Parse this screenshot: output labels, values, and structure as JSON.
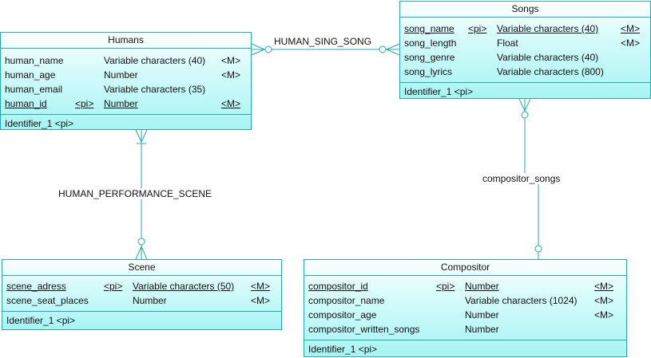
{
  "entities": {
    "humans": {
      "title": "Humans",
      "attributes": [
        {
          "name": "human_name",
          "pi": "",
          "type": "Variable characters (40)",
          "mandatory": "<M>",
          "underline": false
        },
        {
          "name": "human_age",
          "pi": "",
          "type": "Number",
          "mandatory": "<M>",
          "underline": false
        },
        {
          "name": "human_email",
          "pi": "",
          "type": "Variable characters (35)",
          "mandatory": "",
          "underline": false
        },
        {
          "name": "human_id",
          "pi": "<pi>",
          "type": "Number",
          "mandatory": "<M>",
          "underline": true
        }
      ],
      "identifier": "Identifier_1   <pi>"
    },
    "songs": {
      "title": "Songs",
      "attributes": [
        {
          "name": "song_name",
          "pi": "<pi>",
          "type": "Variable characters (40)",
          "mandatory": "<M>",
          "underline": true
        },
        {
          "name": "song_length",
          "pi": "",
          "type": "Float",
          "mandatory": "<M>",
          "underline": false
        },
        {
          "name": "song_genre",
          "pi": "",
          "type": "Variable characters (40)",
          "mandatory": "",
          "underline": false
        },
        {
          "name": "song_lyrics",
          "pi": "",
          "type": "Variable characters (800)",
          "mandatory": "",
          "underline": false
        }
      ],
      "identifier": "Identifier_1   <pi>"
    },
    "scene": {
      "title": "Scene",
      "attributes": [
        {
          "name": "scene_adress",
          "pi": "<pi>",
          "type": "Variable characters (50)",
          "mandatory": "<M>",
          "underline": true
        },
        {
          "name": "scene_seat_places",
          "pi": "",
          "type": "Number",
          "mandatory": "<M>",
          "underline": false
        }
      ],
      "identifier": "Identifier_1   <pi>"
    },
    "compositor": {
      "title": "Compositor",
      "attributes": [
        {
          "name": "compositor_id",
          "pi": "<pi>",
          "type": "Number",
          "mandatory": "<M>",
          "underline": true
        },
        {
          "name": "compositor_name",
          "pi": "",
          "type": "Variable characters (1024)",
          "mandatory": "<M>",
          "underline": false
        },
        {
          "name": "compositor_age",
          "pi": "",
          "type": "Number",
          "mandatory": "<M>",
          "underline": false
        },
        {
          "name": "compositor_written_songs",
          "pi": "",
          "type": "Number",
          "mandatory": "",
          "underline": false
        }
      ],
      "identifier": "Identifier_1   <pi>"
    }
  },
  "relationships": {
    "human_sing_song": "HUMAN_SING_SONG",
    "human_performance_scene": "HUMAN_PERFORMANCE_SCENE",
    "compositor_songs": "compositor_songs"
  },
  "colors": {
    "border": "#2aa7a7",
    "fill": "#a8f4f4",
    "line": "#2aa7a7"
  }
}
